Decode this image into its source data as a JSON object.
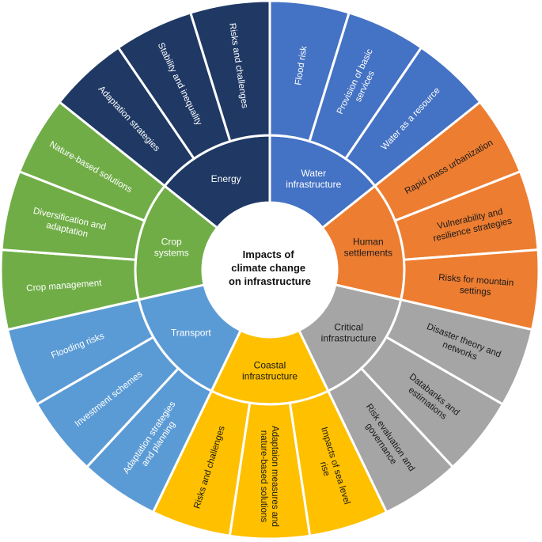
{
  "center": {
    "lines": [
      "Impacts of",
      "climate change",
      "on infrastructure"
    ]
  },
  "groups": [
    {
      "label": "Energy",
      "color": "#1f3864",
      "textColor": "#ffffff",
      "items": [
        "Adaptation strategies",
        "Stability and inequality",
        "Risks and challenges"
      ]
    },
    {
      "label": "Water infrastructure",
      "color": "#4472c4",
      "textColor": "#ffffff",
      "items": [
        "Flood risk",
        "Provision of basic services",
        "Water as a resource"
      ]
    },
    {
      "label": "Human settlements",
      "color": "#ed7d31",
      "textColor": "#1a1a1a",
      "items": [
        "Rapid mass urbanization",
        "Vulnerability and resilience strategies",
        "Risks for mountain settings"
      ]
    },
    {
      "label": "Critical infrastructure",
      "color": "#a5a5a5",
      "textColor": "#1a1a1a",
      "items": [
        "Disaster theory and networks",
        "Databanks and estimations",
        "Risk evaluation and governance"
      ]
    },
    {
      "label": "Coastal infrastructure",
      "color": "#ffc000",
      "textColor": "#1a1a1a",
      "items": [
        "Impacts of sea level rise",
        "Adaptaion measures and nature-based solutions",
        "Risks and challenges"
      ]
    },
    {
      "label": "Transport",
      "color": "#5b9bd5",
      "textColor": "#ffffff",
      "items": [
        "Adaptation strategies and planning",
        "Investment schemes",
        "Flooding risks"
      ]
    },
    {
      "label": "Crop systems",
      "color": "#70ad47",
      "textColor": "#ffffff",
      "items": [
        "Crop management",
        "Diversification and adaptation",
        "Nature-based solutions"
      ]
    }
  ]
}
